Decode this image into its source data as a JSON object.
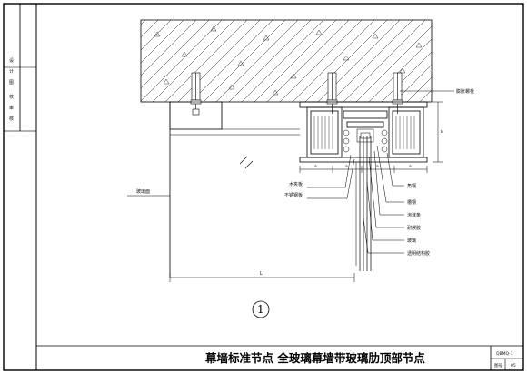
{
  "drawing": {
    "title": "幕墙标准节点 全玻璃幕墙带玻璃肋顶部节点",
    "detail_number": "1",
    "drawing_code": "QBMQ-1",
    "sheet_label": "图号",
    "sheet_number": "05"
  },
  "left_strip": {
    "row1": [
      "设",
      "计",
      "图"
    ],
    "row2": [
      "校",
      "审",
      "核"
    ]
  },
  "labels": {
    "expansion_bolt": "膨胀螺栓",
    "glass_surface": "玻璃面",
    "wood_strip": "木夹板",
    "stainless_plate": "不锈钢板",
    "corner_steel": "角钢",
    "channel_steel": "槽钢",
    "foam_strip": "泡沫条",
    "sealant": "耐候胶",
    "glass": "玻璃",
    "structural_sealant": "透明结构胶"
  },
  "dimensions": {
    "length": "L",
    "depth": "b",
    "d1": "a",
    "d2": "a",
    "d3": "a",
    "d4": "a"
  }
}
